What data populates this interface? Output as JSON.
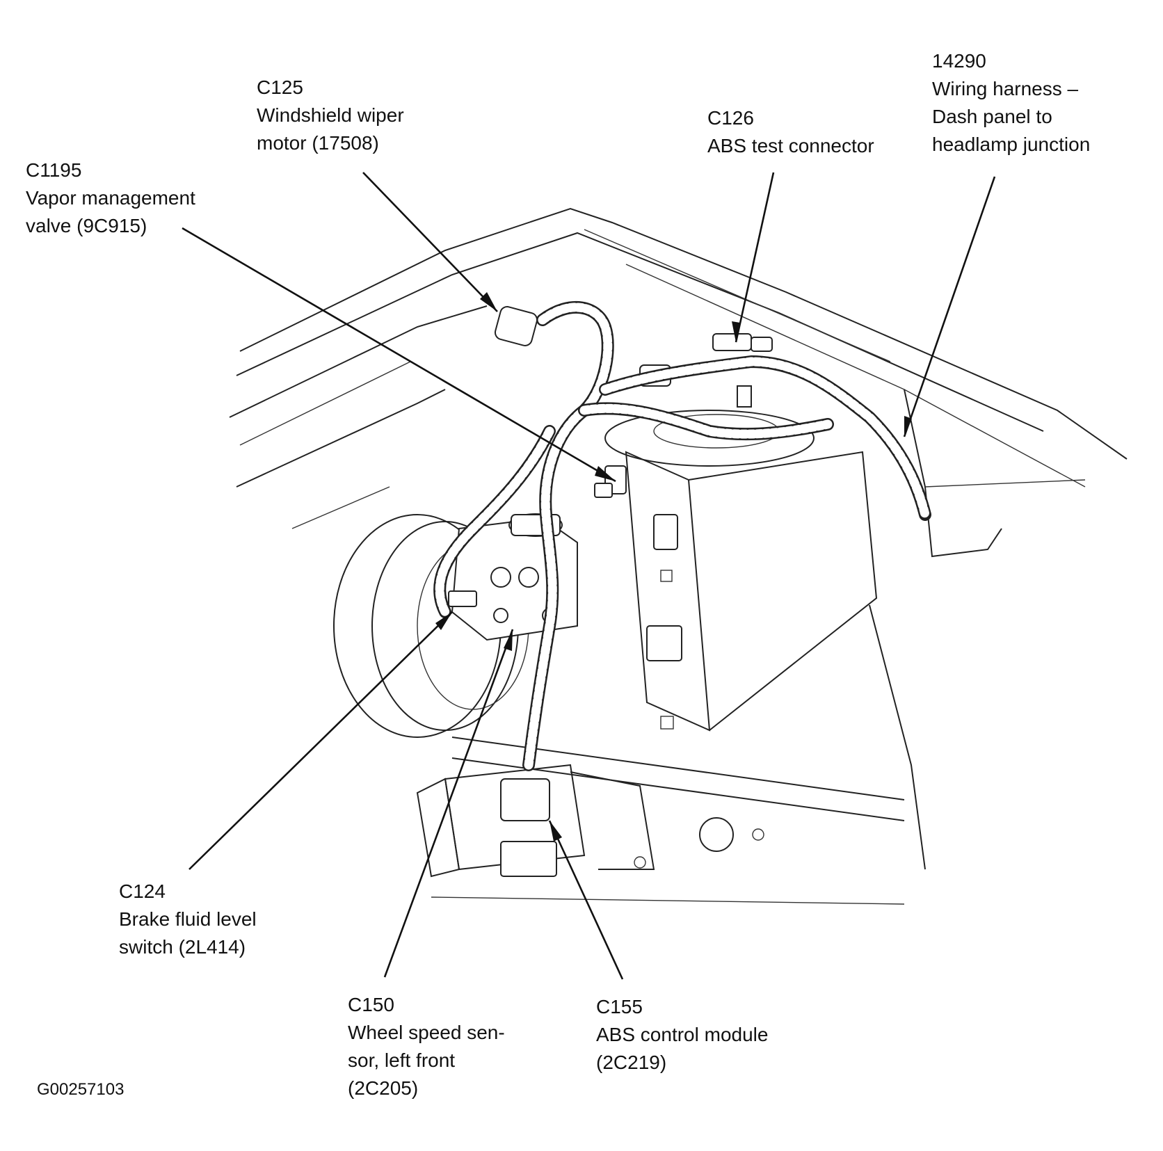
{
  "callouts": {
    "c1195": {
      "code": "C1195",
      "line1": "Vapor management",
      "line2": "valve (9C915)"
    },
    "c125": {
      "code": "C125",
      "line1": "Windshield wiper",
      "line2": "motor (17508)"
    },
    "c126": {
      "code": "C126",
      "line1": "ABS test connector"
    },
    "h14290": {
      "code": "14290",
      "line1": "Wiring harness –",
      "line2": "Dash panel to",
      "line3": "headlamp junction"
    },
    "c124": {
      "code": "C124",
      "line1": "Brake fluid level",
      "line2": "switch (2L414)"
    },
    "c150": {
      "code": "C150",
      "line1": "Wheel speed sen-",
      "line2": "sor, left front",
      "line3": "(2C205)"
    },
    "c155": {
      "code": "C155",
      "line1": "ABS control module",
      "line2": "(2C219)"
    }
  },
  "figure_ref": "G00257103"
}
